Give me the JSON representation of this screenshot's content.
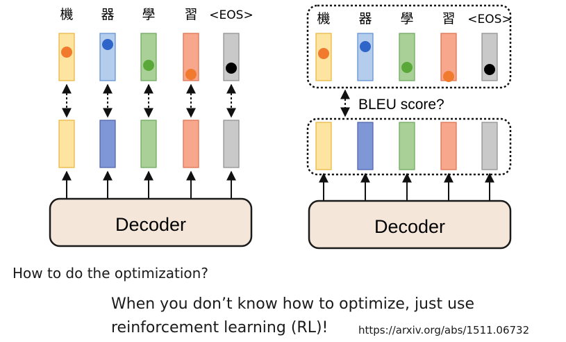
{
  "colors": {
    "orange_fill": "#fde4a0",
    "orange_stroke": "#e8b33a",
    "orange_dot": "#f07a2e",
    "blue_fill": "#b5cdec",
    "blue_stroke": "#5b8cd0",
    "blue_dot": "#2f64c8",
    "green_fill": "#a9d096",
    "green_stroke": "#6aa55a",
    "green_dot": "#5aa83a",
    "red_fill": "#f6a78c",
    "red_stroke": "#dd6e4c",
    "red_dot": "#f07a2e",
    "gray_fill": "#c9c9c9",
    "gray_stroke": "#8c8c8c",
    "black_dot": "#000000",
    "decoder_fill": "#f5e6da",
    "decoder_stroke": "#1a1a1a"
  },
  "tokens": [
    "機",
    "器",
    "學",
    "習",
    "<EOS>"
  ],
  "left_panel": {
    "decoder_label": "Decoder"
  },
  "right_panel": {
    "decoder_label": "Decoder",
    "metric_label": "BLEU score?"
  },
  "question": "How to do the optimization?",
  "answer_line1": "When you don’t know how to optimize, just use",
  "answer_line2": "reinforcement learning (RL)!",
  "reference_link": "https://arxiv.org/abs/1511.06732"
}
